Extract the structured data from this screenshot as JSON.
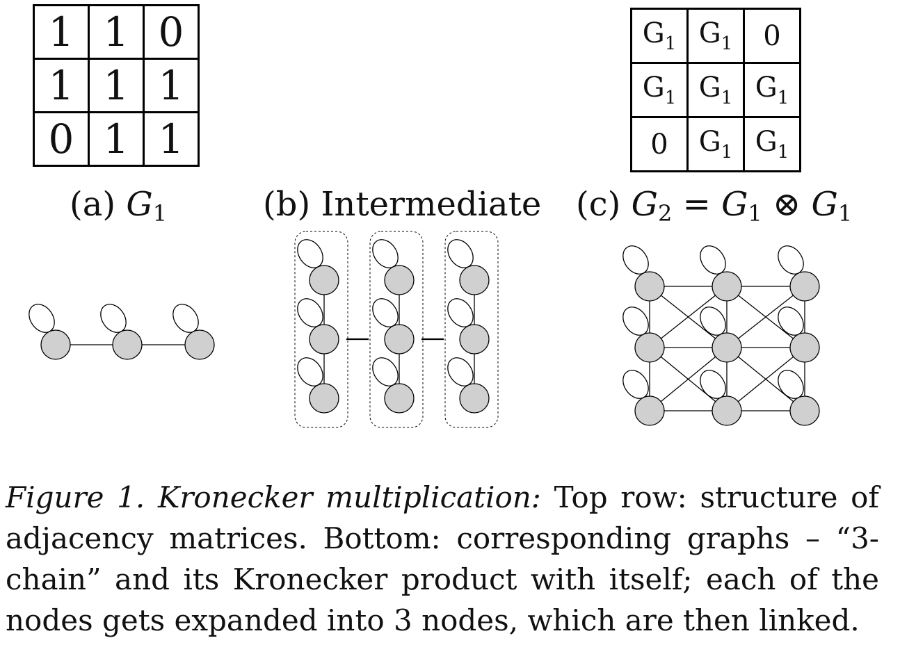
{
  "matrix_a": {
    "rows": [
      [
        "1",
        "1",
        "0"
      ],
      [
        "1",
        "1",
        "1"
      ],
      [
        "0",
        "1",
        "1"
      ]
    ]
  },
  "matrix_c": {
    "rows": [
      [
        {
          "base": "G",
          "sub": "1"
        },
        {
          "base": "G",
          "sub": "1"
        },
        {
          "base": "0",
          "sub": ""
        }
      ],
      [
        {
          "base": "G",
          "sub": "1"
        },
        {
          "base": "G",
          "sub": "1"
        },
        {
          "base": "G",
          "sub": "1"
        }
      ],
      [
        {
          "base": "0",
          "sub": ""
        },
        {
          "base": "G",
          "sub": "1"
        },
        {
          "base": "G",
          "sub": "1"
        }
      ]
    ]
  },
  "panel_a": {
    "label": "(a)",
    "g": "G",
    "g_sub": "1"
  },
  "panel_b": {
    "label": "(b)",
    "title": "Intermediate"
  },
  "panel_c": {
    "label": "(c)",
    "g2": "G",
    "g2_sub": "2",
    "eq": "=",
    "g1a": "G",
    "g1a_sub": "1",
    "op": "⊗",
    "g1b": "G",
    "g1b_sub": "1"
  },
  "caption": {
    "lead": "Figure 1. Kronecker multiplication:",
    "text": " Top row: structure of adjacency matrices. Bottom: corresponding graphs – “3-chain” and its Kronecker product with itself; each of the nodes gets expanded into 3 nodes, which are then linked."
  },
  "colors": {
    "node_fill": "#d0d0d0",
    "stroke": "#000000"
  }
}
